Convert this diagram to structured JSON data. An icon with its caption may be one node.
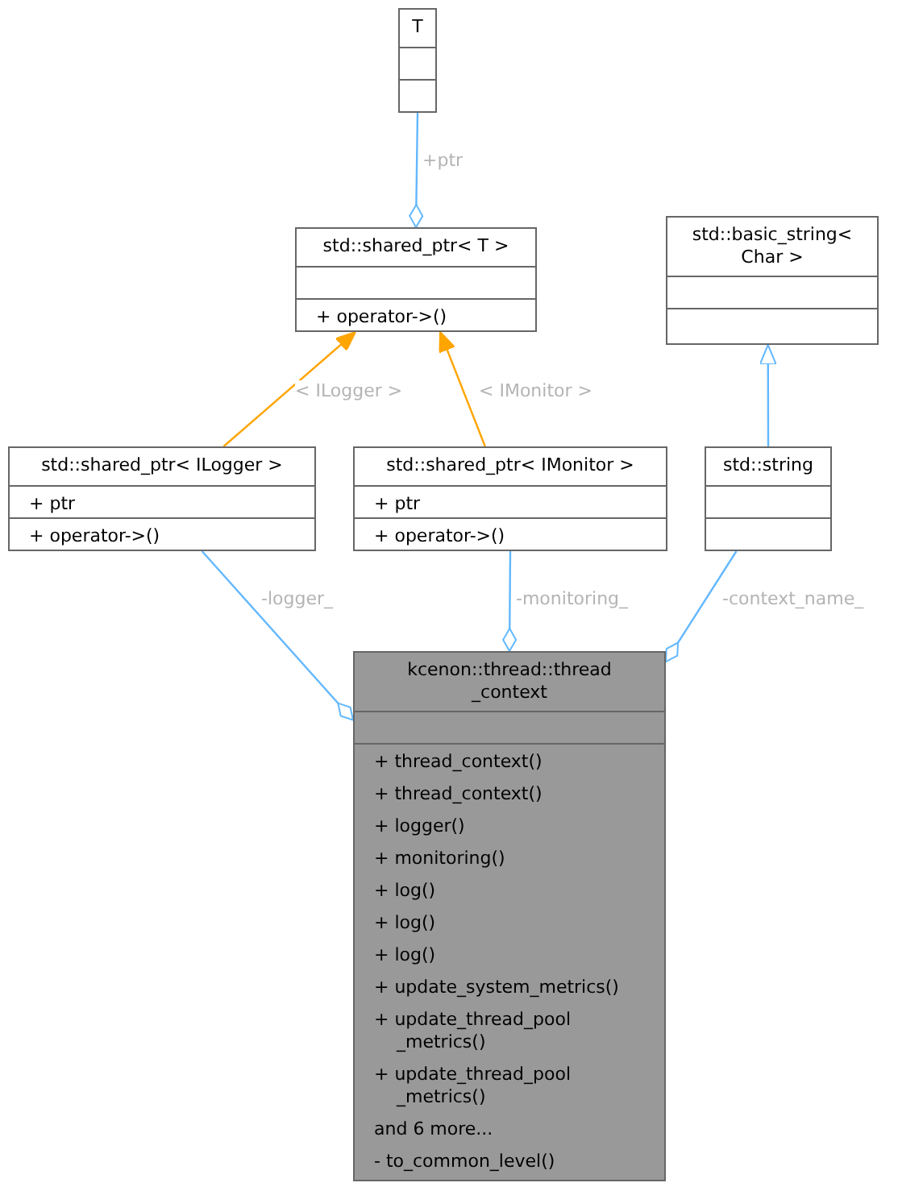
{
  "diagram": {
    "nodes": [
      {
        "text": [
          "T"
        ]
      },
      {
        "text": [
          "std::shared_ptr< T >",
          "+ operator->()"
        ]
      },
      {
        "text": [
          "std::basic_string< Char >"
        ]
      },
      {
        "text": [
          "std::shared_ptr< ILogger >",
          "+ ptr",
          "+ operator->()"
        ]
      },
      {
        "text": [
          "std::shared_ptr< IMonitor >",
          "+ ptr",
          "+ operator->()"
        ]
      },
      {
        "text": [
          "std::string"
        ]
      },
      {
        "text": [
          "kcenon::thread::thread _context",
          "+ thread_context()",
          "+ thread_context()",
          "+ logger()",
          "+ monitoring()",
          "+ log()",
          "+ log()",
          "+ log()",
          "+ update_system_metrics()",
          "+ update_thread_pool _metrics()",
          "+ update_thread_pool _metrics()",
          "and 6 more...",
          "- to_common_level()"
        ]
      }
    ],
    "edges": [
      {
        "from": 0,
        "to": 1,
        "arrow": "other",
        "label": "+ptr"
      },
      {
        "from": 3,
        "to": 1,
        "arrow": "to",
        "label": "< ILogger >",
        "color": "#ffa500"
      },
      {
        "from": 4,
        "to": 1,
        "arrow": "to",
        "label": "< IMonitor >",
        "color": "#ffa500"
      },
      {
        "from": 5,
        "to": 2,
        "arrow": "to"
      },
      {
        "from": 3,
        "to": 6,
        "arrow": "other",
        "label": "-logger_"
      },
      {
        "from": 4,
        "to": 6,
        "arrow": "other",
        "label": "-monitoring_"
      },
      {
        "from": 5,
        "to": 6,
        "arrow": "other",
        "label": "-context_name_"
      }
    ]
  }
}
